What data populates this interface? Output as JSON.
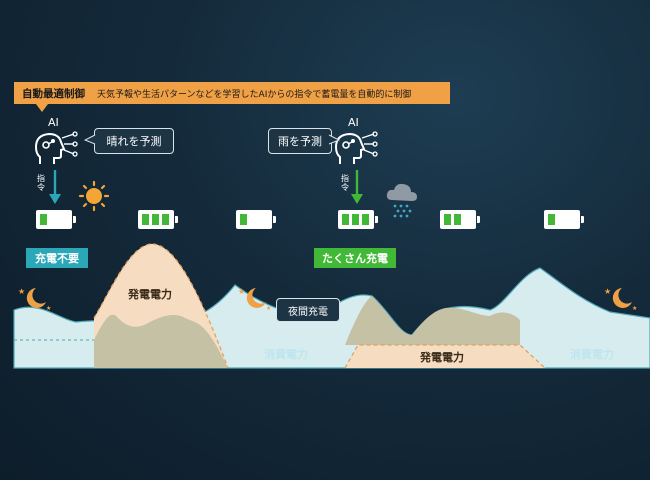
{
  "banner": {
    "title": "自動最適制御",
    "description": "天気予報や生活パターンなどを学習したAIからの指令で蓄電量を自動的に制御",
    "color": "#f0a045"
  },
  "ai_nodes": [
    {
      "label": "AI",
      "speech": "晴れを予測",
      "command": "指令",
      "arrow_color": "#2aa8b8"
    },
    {
      "label": "AI",
      "speech": "雨を予測",
      "command": "指令",
      "arrow_color": "#41b936"
    }
  ],
  "weather_icons": [
    "sun-icon",
    "rain-cloud-icon"
  ],
  "batteries": [
    {
      "level": 1,
      "max": 3
    },
    {
      "level": 3,
      "max": 3
    },
    {
      "level": 1,
      "max": 3
    },
    {
      "level": 3,
      "max": 3
    },
    {
      "level": 2,
      "max": 3
    },
    {
      "level": 1,
      "max": 3
    }
  ],
  "tags": {
    "no_charge": {
      "text": "充電不要",
      "color": "#2aa8b8"
    },
    "much_charge": {
      "text": "たくさん充電",
      "color": "#41b936"
    }
  },
  "curve_labels": {
    "generation_day": "発電電力",
    "night_charge": "夜間充電",
    "consumption_mid": "消費電力",
    "generation_rain": "発電電力",
    "consumption_right": "消費電力"
  },
  "night_icons": [
    "moon-stars-icon",
    "moon-stars-icon",
    "moon-stars-icon"
  ],
  "colors": {
    "consumption_fill": "#d7ecee",
    "generation_fill": "#f6dcc0",
    "overlap_fill": "#c5c1a4",
    "curve_line": "#e0a35f",
    "consumption_label": "#bfe6ee",
    "battery_bar": "#41b936"
  }
}
